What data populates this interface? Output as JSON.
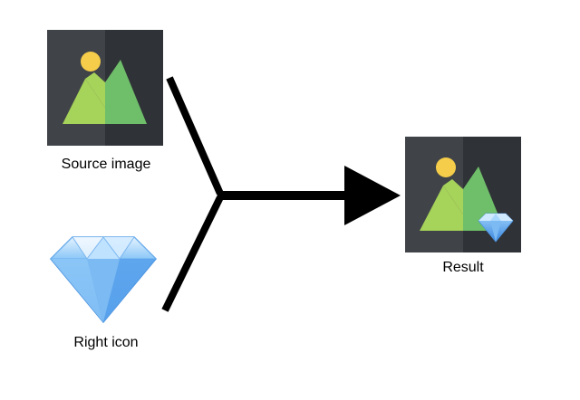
{
  "labels": {
    "source": "Source image",
    "right_icon": "Right icon",
    "result": "Result"
  },
  "icons": {
    "source": "image-placeholder-icon",
    "right": "diamond-icon",
    "result": "image-with-diamond-badge-icon",
    "connector": "merge-arrow-icon"
  },
  "colors": {
    "tile_left": "#404448",
    "tile_right": "#2f3236",
    "sun": "#f5cd4a",
    "mountain_left": "#a6d35a",
    "mountain_right": "#6fbe6a",
    "arrow": "#000000",
    "gem_light": "#cfe9ff",
    "gem_mid": "#74b9f6",
    "gem_dark": "#3a86e0"
  }
}
